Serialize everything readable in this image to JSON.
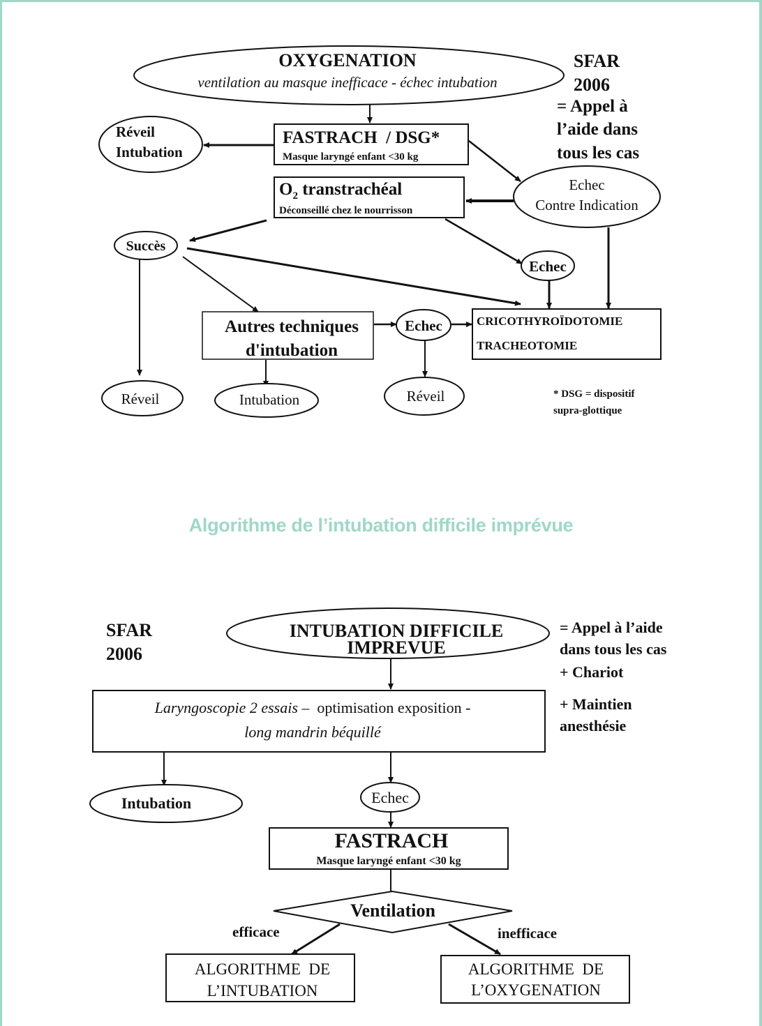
{
  "colors": {
    "frame": "#9ed8c6",
    "caption": "#9ed8c6",
    "ink": "#111111"
  },
  "top_diagram": {
    "label_sfar": "SFAR",
    "label_year": "2006",
    "help_note": [
      "= Appel à",
      "l’aide dans",
      "tous les cas"
    ],
    "oxygenation": {
      "title": "OXYGENATION",
      "subtitle": "ventilation au masque inefficace - échec intubation"
    },
    "fastrach": {
      "title": "FASTRACH  / DSG*",
      "subtitle": "Masque laryngé enfant <30 kg"
    },
    "reveil_intubation": [
      "Réveil",
      "Intubation"
    ],
    "o2": {
      "title_main": "O",
      "title_sub": "2",
      "title_rest": " transtrachéal",
      "subtitle": "Déconseillé chez le nourrisson"
    },
    "echec_ci": [
      "Echec",
      "Contre Indication"
    ],
    "succes": "Succès",
    "echec_right": "Echec",
    "autres": [
      "Autres techniques",
      "d'intubation"
    ],
    "echec_mid": "Echec",
    "crico": [
      "CRICOTHYROÏDOTOMIE",
      "TRACHEOTOMIE"
    ],
    "reveil_left": "Réveil",
    "intubation": "Intubation",
    "reveil_mid": "Réveil",
    "footnote": [
      "* DSG = dispositif",
      "supra-glottique"
    ]
  },
  "caption": "Algorithme de l’intubation difficile imprévue",
  "bottom_diagram": {
    "label_sfar": "SFAR",
    "label_year": "2006",
    "start": [
      "INTUBATION DIFFICILE",
      "IMPREVUE"
    ],
    "help_note": [
      "= Appel à l’aide",
      "dans tous les cas",
      "+ Chariot",
      "+ Maintien",
      "anesthésie"
    ],
    "laryngo": {
      "italic_1": "Laryngoscopie 2 essais",
      "normal_1": " –  optimisation exposition -",
      "italic_2": "long mandrin béquillé"
    },
    "intubation": "Intubation",
    "echec": "Echec",
    "fastrach": {
      "title": "FASTRACH",
      "subtitle": "Masque laryngé enfant <30 kg"
    },
    "ventilation": "Ventilation",
    "efficace": "efficace",
    "inefficace": "inefficace",
    "algo_intubation": [
      "ALGORITHME  DE",
      "L’INTUBATION"
    ],
    "algo_oxygenation": [
      "ALGORITHME  DE",
      "L’OXYGENATION"
    ]
  }
}
